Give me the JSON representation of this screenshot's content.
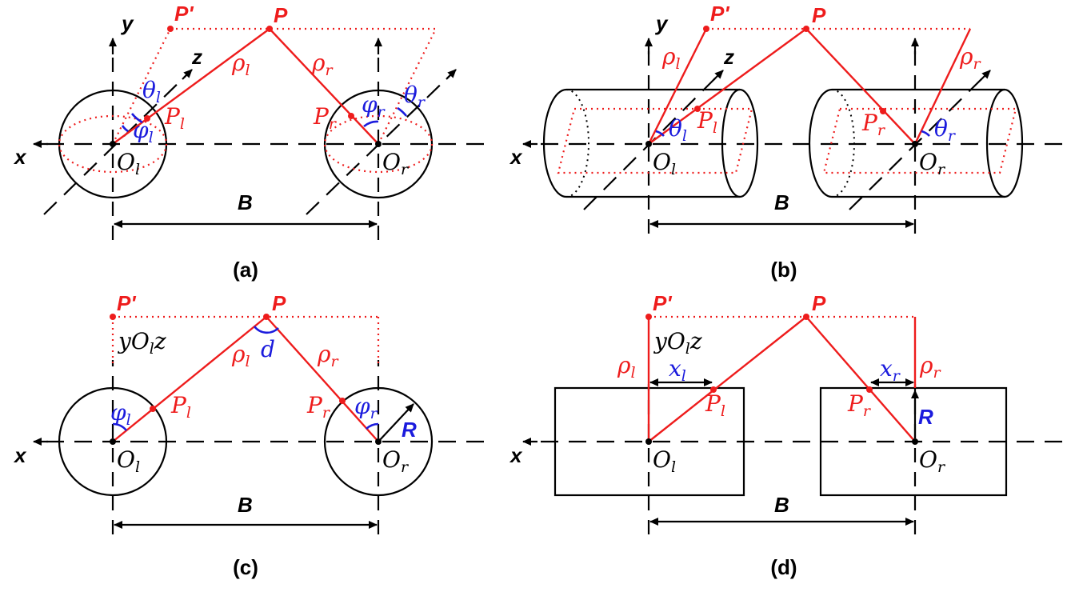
{
  "colors": {
    "red": "#ee1c1c",
    "blue": "#1b1bdd",
    "black": "#000000"
  },
  "captions": {
    "a": "(a)",
    "b": "(b)",
    "c": "(c)",
    "d": "(d)"
  },
  "labels": {
    "P": "P",
    "P_prime": "P'",
    "x": "x",
    "y": "y",
    "z": "z",
    "B": "B",
    "R": "R",
    "O": "O",
    "P_main": "P",
    "rho": "ρ",
    "theta": "θ",
    "phi": "φ",
    "sub_l": "l",
    "sub_r": "r",
    "d": "d",
    "plane_yOz_a": "yO",
    "plane_yOz_b": "z",
    "x_var": "x"
  }
}
